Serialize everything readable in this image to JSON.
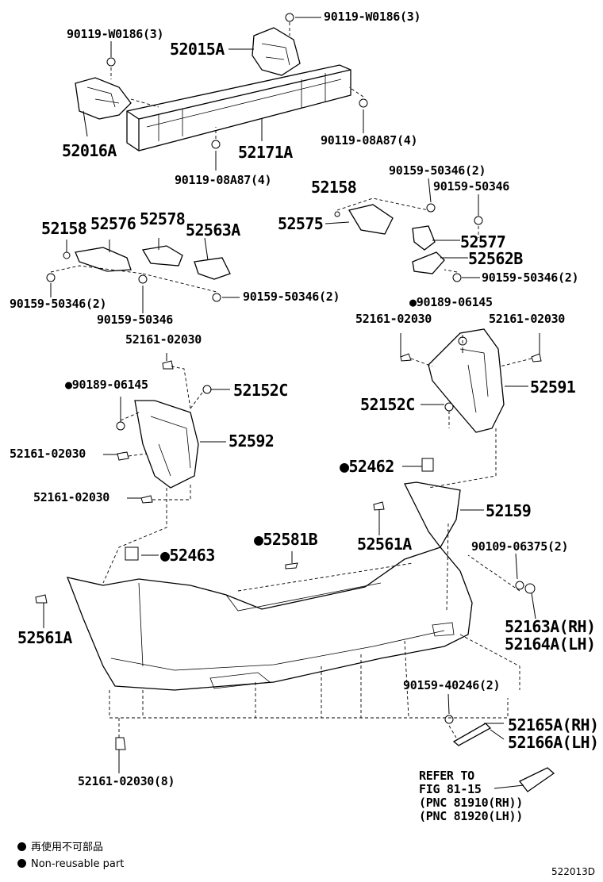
{
  "diagram_id": "522013D",
  "legend": {
    "dot_chinese": "再使用不可部品",
    "dot_english": "Non-reusable part"
  },
  "refer": {
    "line1": "REFER TO",
    "line2": "FIG 81-15",
    "line3": "(PNC 81910(RH))",
    "line4": "(PNC 81920(LH))"
  },
  "labels": {
    "p_90119_w0186_top": "90119-W0186(3)",
    "p_90119_w0186_left": "90119-W0186(3)",
    "p_52015a": "52015A",
    "p_52016a": "52016A",
    "p_52171a": "52171A",
    "p_90119_08a87_right": "90119-08A87(4)",
    "p_90119_08a87_mid": "90119-08A87(4)",
    "p_52158_mid": "52158",
    "p_90159_50346_2_top": "90159-50346(2)",
    "p_90159_50346_top": "90159-50346",
    "p_52575": "52575",
    "p_52577": "52577",
    "p_52562b": "52562B",
    "p_90159_50346_2_right": "90159-50346(2)",
    "p_52158_left": "52158",
    "p_52576": "52576",
    "p_52578": "52578",
    "p_52563a": "52563A",
    "p_90159_50346_2_left": "90159-50346(2)",
    "p_90159_50346_left": "90159-50346",
    "p_90159_50346_2_center": "90159-50346(2)",
    "p_90189_06145_right": "●90189-06145",
    "p_52161_02030_r1": "52161-02030",
    "p_52161_02030_r2": "52161-02030",
    "p_52591": "52591",
    "p_52152c_right": "52152C",
    "p_52161_02030_l_top": "52161-02030",
    "p_90189_06145_left": "●90189-06145",
    "p_52152c_left": "52152C",
    "p_52592": "52592",
    "p_52161_02030_l1": "52161-02030",
    "p_52161_02030_l2": "52161-02030",
    "p_52462": "●52462",
    "p_52159": "52159",
    "p_52561a_right": "52561A",
    "p_52581b": "●52581B",
    "p_52463": "●52463",
    "p_90109_06375": "90109-06375(2)",
    "p_52163a": "52163A(RH)",
    "p_52164a": "52164A(LH)",
    "p_52561a_left": "52561A",
    "p_90159_40246": "90159-40246(2)",
    "p_52165a": "52165A(RH)",
    "p_52166a": "52166A(LH)",
    "p_52161_02030_8": "52161-02030(8)"
  }
}
